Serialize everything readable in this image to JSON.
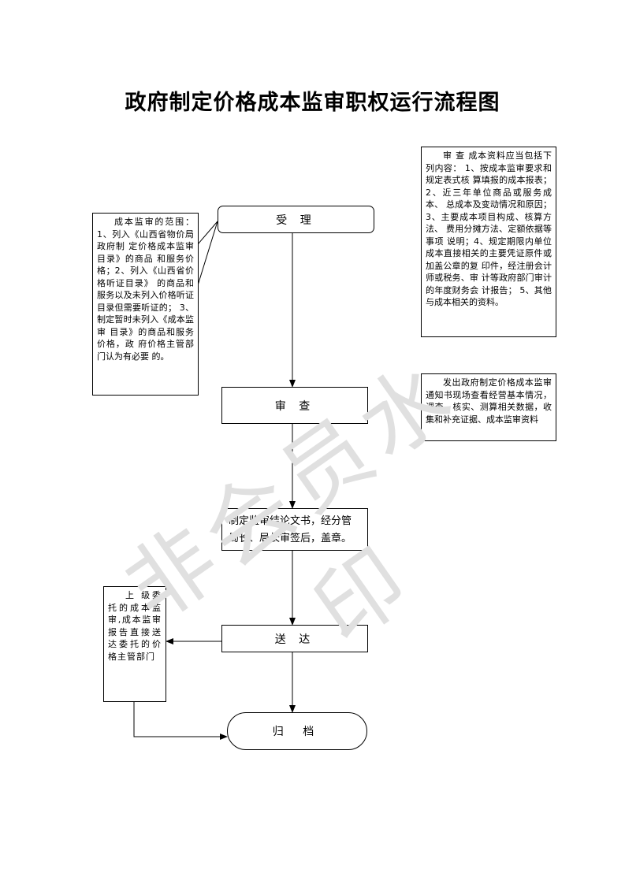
{
  "title": "政府制定价格成本监审职权运行流程图",
  "watermark": "非会员水印",
  "flow": {
    "accept": "受 理",
    "review": "审  查",
    "conclusion": "制定监审结论文书，经分管局长、局长审签后，盖章。",
    "deliver": "送  达",
    "archive": "归  档"
  },
  "notes": {
    "scope": "成本监审的范围： 1、列入《山西省物价局政府制 定价格成本监审目录》的商品 和服务价格；2、列入《山西省价格听证目录》 的商品和服务以及未列入价格听证目录但需要听证的；  3、制定暂时未列入《成本监审 目录》的商品和服务价格，政 府价格主管部门认为有必要 的。",
    "materials": "审 查 成本资料应当包括下列内容： 1、按成本监审要求和规定表式核  算填报的成本报表；  2、近三年单位商品或服务成本、 总成本及变动情况和原因；  3、主要成本项目构成、核算方法、 费用分摊方法、定额依据等事项  说明；4、规定期限内单位成本直接相关的主要凭证原件或加盖公章的复  印件，经注册会计师或税务、审  计等政府部门审计的年度财务会  计报告；  5、其他与成本相关的资料。",
    "notice": "发出政府制定价格成本监审通知书现场查看经营基本情况，调查、核实、测算相关数据，收集和补充证据、成本监审资料",
    "superior": "上 级委托的成本监审,成本监审报告直接送达委托的价格主管部门"
  }
}
